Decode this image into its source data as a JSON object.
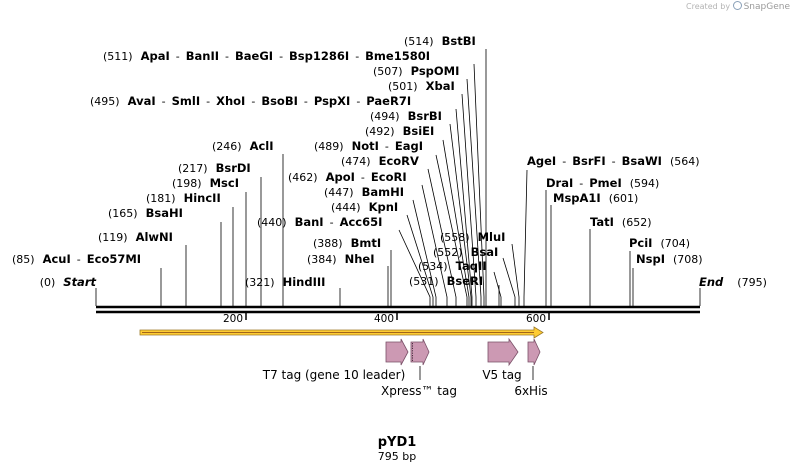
{
  "watermark": {
    "prefix": "Created by",
    "brand": "SnapGene"
  },
  "plasmid": {
    "name": "pYD1",
    "length_label": "795 bp"
  },
  "ends": {
    "start_pos": "(0)",
    "start_label": "Start",
    "end_label": "End",
    "end_pos": "(795)"
  },
  "ruler": {
    "ticks": [
      "200",
      "400",
      "600"
    ]
  },
  "sites": [
    {
      "row": "(0) Start",
      "pos": "(0)",
      "names": [
        "Start"
      ]
    },
    {
      "pos": "(85)",
      "names": [
        "AcuI",
        "Eco57MI"
      ]
    },
    {
      "pos": "(119)",
      "names": [
        "AlwNI"
      ]
    },
    {
      "pos": "(165)",
      "names": [
        "BsaHI"
      ]
    },
    {
      "pos": "(181)",
      "names": [
        "HincII"
      ]
    },
    {
      "pos": "(198)",
      "names": [
        "MscI"
      ]
    },
    {
      "pos": "(217)",
      "names": [
        "BsrDI"
      ]
    },
    {
      "pos": "(246)",
      "names": [
        "AclI"
      ]
    },
    {
      "pos": "(321)",
      "names": [
        "HindIII"
      ]
    },
    {
      "pos": "(384)",
      "names": [
        "NheI"
      ]
    },
    {
      "pos": "(388)",
      "names": [
        "BmtI"
      ]
    },
    {
      "pos": "(440)",
      "names": [
        "BanI",
        "Acc65I"
      ]
    },
    {
      "pos": "(444)",
      "names": [
        "KpnI"
      ]
    },
    {
      "pos": "(447)",
      "names": [
        "BamHI"
      ]
    },
    {
      "pos": "(462)",
      "names": [
        "ApoI",
        "EcoRI"
      ]
    },
    {
      "pos": "(474)",
      "names": [
        "EcoRV"
      ]
    },
    {
      "pos": "(489)",
      "names": [
        "NotI",
        "EagI"
      ]
    },
    {
      "pos": "(492)",
      "names": [
        "BsiEI"
      ]
    },
    {
      "pos": "(494)",
      "names": [
        "BsrBI"
      ]
    },
    {
      "pos": "(495)",
      "names": [
        "AvaI",
        "SmlI",
        "XhoI",
        "BsoBI",
        "PspXI",
        "PaeR7I"
      ]
    },
    {
      "pos": "(501)",
      "names": [
        "XbaI"
      ]
    },
    {
      "pos": "(507)",
      "names": [
        "PspOMI"
      ]
    },
    {
      "pos": "(511)",
      "names": [
        "ApaI",
        "BanII",
        "BaeGI",
        "Bsp1286I",
        "Bme1580I"
      ]
    },
    {
      "pos": "(514)",
      "names": [
        "BstBI"
      ]
    },
    {
      "pos": "(531)",
      "names": [
        "BseRI"
      ]
    },
    {
      "pos": "(534)",
      "names": [
        "TaqII"
      ]
    },
    {
      "pos": "(552)",
      "names": [
        "BsaI"
      ]
    },
    {
      "pos": "(558)",
      "names": [
        "MluI"
      ]
    },
    {
      "pos": "(564)",
      "names": [
        "AgeI",
        "BsrFI",
        "BsaWI"
      ]
    },
    {
      "pos": "(594)",
      "names": [
        "DraI",
        "PmeI"
      ]
    },
    {
      "pos": "(601)",
      "names": [
        "MspA1I"
      ]
    },
    {
      "pos": "(652)",
      "names": [
        "TatI"
      ]
    },
    {
      "pos": "(704)",
      "names": [
        "PciI"
      ]
    },
    {
      "pos": "(708)",
      "names": [
        "NspI"
      ]
    }
  ],
  "features": [
    {
      "name": "T7 tag (gene 10 leader)"
    },
    {
      "name": "Xpress™ tag"
    },
    {
      "name": "V5 tag"
    },
    {
      "name": "6xHis"
    }
  ],
  "colors": {
    "feature_fill": "#cc99b3",
    "feature_stroke": "#7a5068",
    "orf_fill": "#ffcc33"
  }
}
